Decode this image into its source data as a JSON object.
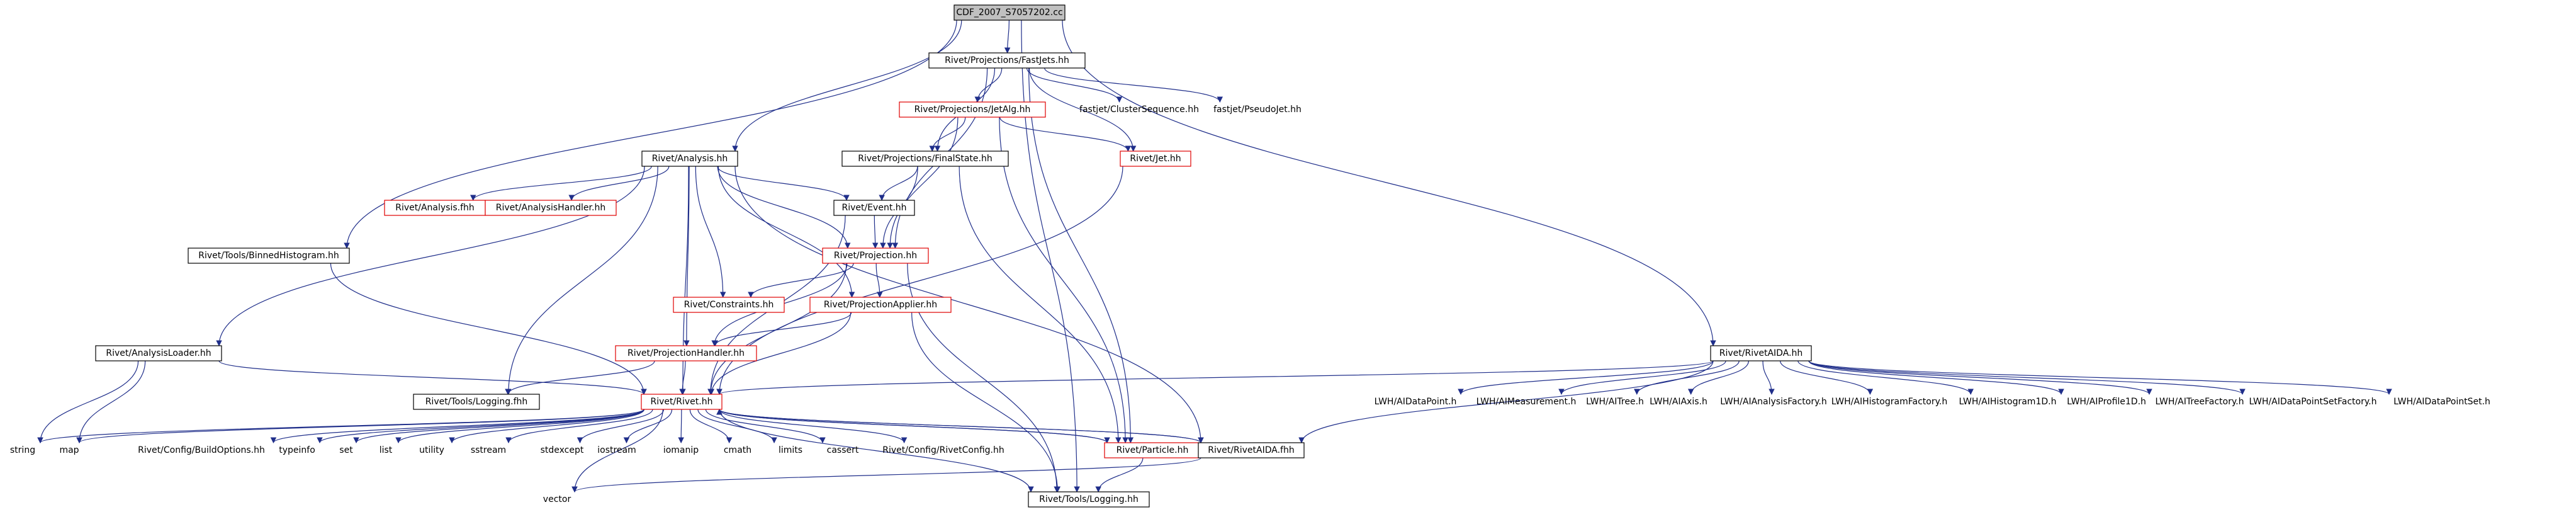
{
  "nodes": [
    {
      "id": "root",
      "label": "CDF_2007_S7057202.cc",
      "style": "root"
    },
    {
      "id": "fastjets",
      "label": "Rivet/Projections/FastJets.hh",
      "style": "black"
    },
    {
      "id": "jetalg",
      "label": "Rivet/Projections/JetAlg.hh",
      "style": "red"
    },
    {
      "id": "clusterseq",
      "label": "fastjet/ClusterSequence.hh",
      "style": "none"
    },
    {
      "id": "pseudojet",
      "label": "fastjet/PseudoJet.hh",
      "style": "none"
    },
    {
      "id": "analysis",
      "label": "Rivet/Analysis.hh",
      "style": "black"
    },
    {
      "id": "finalstate",
      "label": "Rivet/Projections/FinalState.hh",
      "style": "black"
    },
    {
      "id": "jet",
      "label": "Rivet/Jet.hh",
      "style": "red"
    },
    {
      "id": "analysisfhh",
      "label": "Rivet/Analysis.fhh",
      "style": "red"
    },
    {
      "id": "analysishandler",
      "label": "Rivet/AnalysisHandler.hh",
      "style": "red"
    },
    {
      "id": "event",
      "label": "Rivet/Event.hh",
      "style": "black"
    },
    {
      "id": "binnedhist",
      "label": "Rivet/Tools/BinnedHistogram.hh",
      "style": "black"
    },
    {
      "id": "projection",
      "label": "Rivet/Projection.hh",
      "style": "red"
    },
    {
      "id": "constraints",
      "label": "Rivet/Constraints.hh",
      "style": "red"
    },
    {
      "id": "projapplier",
      "label": "Rivet/ProjectionApplier.hh",
      "style": "red"
    },
    {
      "id": "analysisloader",
      "label": "Rivet/AnalysisLoader.hh",
      "style": "black"
    },
    {
      "id": "projhandler",
      "label": "Rivet/ProjectionHandler.hh",
      "style": "red"
    },
    {
      "id": "toolslogging",
      "label": "Rivet/Tools/Logging.fhh",
      "style": "black"
    },
    {
      "id": "rivethh",
      "label": "Rivet/Rivet.hh",
      "style": "red"
    },
    {
      "id": "string",
      "label": "string",
      "style": "none"
    },
    {
      "id": "map",
      "label": "map",
      "style": "none"
    },
    {
      "id": "buildoptions",
      "label": "Rivet/Config/BuildOptions.hh",
      "style": "none"
    },
    {
      "id": "typeinfo",
      "label": "typeinfo",
      "style": "none"
    },
    {
      "id": "set",
      "label": "set",
      "style": "none"
    },
    {
      "id": "list",
      "label": "list",
      "style": "none"
    },
    {
      "id": "utility",
      "label": "utility",
      "style": "none"
    },
    {
      "id": "sstream",
      "label": "sstream",
      "style": "none"
    },
    {
      "id": "stdexcept",
      "label": "stdexcept",
      "style": "none"
    },
    {
      "id": "iostream",
      "label": "iostream",
      "style": "none"
    },
    {
      "id": "iomanip",
      "label": "iomanip",
      "style": "none"
    },
    {
      "id": "cmath",
      "label": "cmath",
      "style": "none"
    },
    {
      "id": "limits",
      "label": "limits",
      "style": "none"
    },
    {
      "id": "cassert",
      "label": "cassert",
      "style": "none"
    },
    {
      "id": "rivetconfig",
      "label": "Rivet/Config/RivetConfig.hh",
      "style": "none"
    },
    {
      "id": "particle",
      "label": "Rivet/Particle.hh",
      "style": "red"
    },
    {
      "id": "rivetaidafhh",
      "label": "Rivet/RivetAIDA.fhh",
      "style": "black"
    },
    {
      "id": "vector",
      "label": "vector",
      "style": "none"
    },
    {
      "id": "logginghh",
      "label": "Rivet/Tools/Logging.hh",
      "style": "black"
    },
    {
      "id": "rivetaidahh",
      "label": "Rivet/RivetAIDA.hh",
      "style": "black"
    },
    {
      "id": "lwh_dp",
      "label": "LWH/AIDataPoint.h",
      "style": "none"
    },
    {
      "id": "lwh_meas",
      "label": "LWH/AIMeasurement.h",
      "style": "none"
    },
    {
      "id": "lwh_tree",
      "label": "LWH/AITree.h",
      "style": "none"
    },
    {
      "id": "lwh_axis",
      "label": "LWH/AIAxis.h",
      "style": "none"
    },
    {
      "id": "lwh_af",
      "label": "LWH/AIAnalysisFactory.h",
      "style": "none"
    },
    {
      "id": "lwh_hf",
      "label": "LWH/AIHistogramFactory.h",
      "style": "none"
    },
    {
      "id": "lwh_h1",
      "label": "LWH/AIHistogram1D.h",
      "style": "none"
    },
    {
      "id": "lwh_p1",
      "label": "LWH/AIProfile1D.h",
      "style": "none"
    },
    {
      "id": "lwh_tf",
      "label": "LWH/AITreeFactory.h",
      "style": "none"
    },
    {
      "id": "lwh_dpsf",
      "label": "LWH/AIDataPointSetFactory.h",
      "style": "none"
    },
    {
      "id": "lwh_dps",
      "label": "LWH/AIDataPointSet.h",
      "style": "none"
    }
  ],
  "edges": [
    [
      "root",
      "fastjets"
    ],
    [
      "root",
      "analysis"
    ],
    [
      "root",
      "binnedhist"
    ],
    [
      "root",
      "logginghh"
    ],
    [
      "root",
      "rivetaidahh"
    ],
    [
      "fastjets",
      "jetalg"
    ],
    [
      "fastjets",
      "clusterseq"
    ],
    [
      "fastjets",
      "pseudojet"
    ],
    [
      "fastjets",
      "finalstate"
    ],
    [
      "fastjets",
      "jet"
    ],
    [
      "fastjets",
      "projection"
    ],
    [
      "fastjets",
      "particle"
    ],
    [
      "jetalg",
      "finalstate"
    ],
    [
      "jetalg",
      "jet"
    ],
    [
      "jetalg",
      "projection"
    ],
    [
      "jetalg",
      "particle"
    ],
    [
      "analysis",
      "analysisfhh"
    ],
    [
      "analysis",
      "analysishandler"
    ],
    [
      "analysis",
      "event"
    ],
    [
      "analysis",
      "projection"
    ],
    [
      "analysis",
      "constraints"
    ],
    [
      "analysis",
      "projapplier"
    ],
    [
      "analysis",
      "analysisloader"
    ],
    [
      "analysis",
      "projhandler"
    ],
    [
      "analysis",
      "toolslogging"
    ],
    [
      "analysis",
      "rivethh"
    ],
    [
      "analysis",
      "rivetaidafhh"
    ],
    [
      "finalstate",
      "event"
    ],
    [
      "finalstate",
      "projection"
    ],
    [
      "finalstate",
      "particle"
    ],
    [
      "jet",
      "rivethh"
    ],
    [
      "event",
      "projection"
    ],
    [
      "event",
      "rivethh"
    ],
    [
      "binnedhist",
      "rivethh"
    ],
    [
      "projection",
      "constraints"
    ],
    [
      "projection",
      "projapplier"
    ],
    [
      "projection",
      "projhandler"
    ],
    [
      "projection",
      "rivethh"
    ],
    [
      "projection",
      "logginghh"
    ],
    [
      "projapplier",
      "projhandler"
    ],
    [
      "projapplier",
      "rivethh"
    ],
    [
      "projapplier",
      "logginghh"
    ],
    [
      "analysisloader",
      "rivethh"
    ],
    [
      "analysisloader",
      "string"
    ],
    [
      "analysisloader",
      "map"
    ],
    [
      "projhandler",
      "toolslogging"
    ],
    [
      "projhandler",
      "rivethh"
    ],
    [
      "rivethh",
      "string"
    ],
    [
      "rivethh",
      "map"
    ],
    [
      "rivethh",
      "buildoptions"
    ],
    [
      "rivethh",
      "typeinfo"
    ],
    [
      "rivethh",
      "set"
    ],
    [
      "rivethh",
      "list"
    ],
    [
      "rivethh",
      "utility"
    ],
    [
      "rivethh",
      "sstream"
    ],
    [
      "rivethh",
      "stdexcept"
    ],
    [
      "rivethh",
      "iostream"
    ],
    [
      "rivethh",
      "iomanip"
    ],
    [
      "rivethh",
      "cmath"
    ],
    [
      "rivethh",
      "limits"
    ],
    [
      "rivethh",
      "cassert"
    ],
    [
      "rivethh",
      "rivetconfig"
    ],
    [
      "rivethh",
      "particle"
    ],
    [
      "rivethh",
      "rivetaidafhh"
    ],
    [
      "rivethh",
      "vector"
    ],
    [
      "rivethh",
      "logginghh"
    ],
    [
      "particle",
      "logginghh"
    ],
    [
      "particle",
      "rivethh"
    ],
    [
      "rivetaidafhh",
      "vector"
    ],
    [
      "rivetaidafhh",
      "rivethh"
    ],
    [
      "rivetaidahh",
      "rivethh"
    ],
    [
      "rivetaidahh",
      "rivetaidafhh"
    ],
    [
      "rivetaidahh",
      "lwh_dp"
    ],
    [
      "rivetaidahh",
      "lwh_meas"
    ],
    [
      "rivetaidahh",
      "lwh_tree"
    ],
    [
      "rivetaidahh",
      "lwh_axis"
    ],
    [
      "rivetaidahh",
      "lwh_af"
    ],
    [
      "rivetaidahh",
      "lwh_hf"
    ],
    [
      "rivetaidahh",
      "lwh_h1"
    ],
    [
      "rivetaidahh",
      "lwh_p1"
    ],
    [
      "rivetaidahh",
      "lwh_tf"
    ],
    [
      "rivetaidahh",
      "lwh_dpsf"
    ],
    [
      "rivetaidahh",
      "lwh_dps"
    ]
  ],
  "colors": {
    "edge": "#1f2e8a",
    "border_black": "#000000",
    "border_red": "#e00000",
    "root_fill": "#c0c0c0",
    "text": "#000000"
  }
}
